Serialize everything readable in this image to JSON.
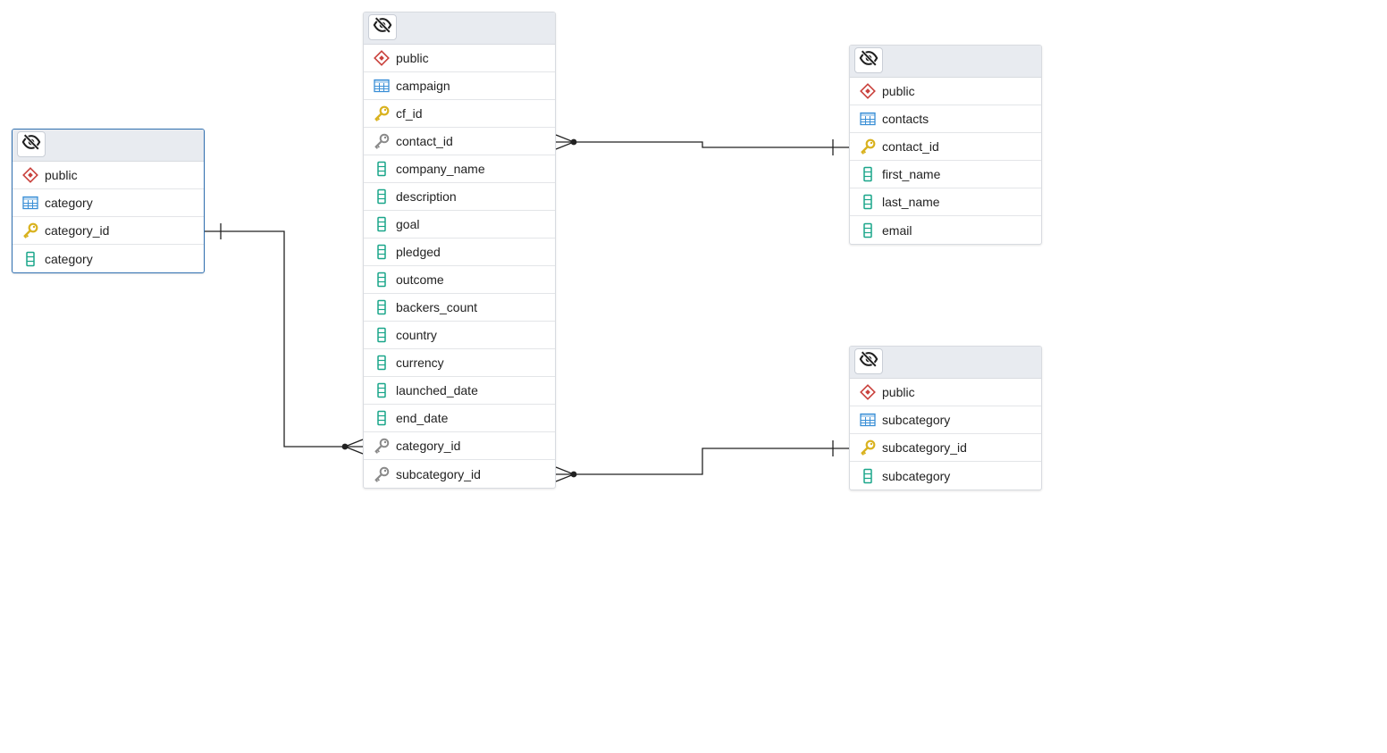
{
  "tables": {
    "category": {
      "schema": "public",
      "name": "category",
      "columns": [
        {
          "name": "category_id",
          "kind": "primary-key"
        },
        {
          "name": "category",
          "kind": "column"
        }
      ]
    },
    "campaign": {
      "schema": "public",
      "name": "campaign",
      "columns": [
        {
          "name": "cf_id",
          "kind": "primary-key"
        },
        {
          "name": "contact_id",
          "kind": "foreign-key"
        },
        {
          "name": "company_name",
          "kind": "column"
        },
        {
          "name": "description",
          "kind": "column"
        },
        {
          "name": "goal",
          "kind": "column"
        },
        {
          "name": "pledged",
          "kind": "column"
        },
        {
          "name": "outcome",
          "kind": "column"
        },
        {
          "name": "backers_count",
          "kind": "column"
        },
        {
          "name": "country",
          "kind": "column"
        },
        {
          "name": "currency",
          "kind": "column"
        },
        {
          "name": "launched_date",
          "kind": "column"
        },
        {
          "name": "end_date",
          "kind": "column"
        },
        {
          "name": "category_id",
          "kind": "foreign-key"
        },
        {
          "name": "subcategory_id",
          "kind": "foreign-key"
        }
      ]
    },
    "contacts": {
      "schema": "public",
      "name": "contacts",
      "columns": [
        {
          "name": "contact_id",
          "kind": "primary-key"
        },
        {
          "name": "first_name",
          "kind": "column"
        },
        {
          "name": "last_name",
          "kind": "column"
        },
        {
          "name": "email",
          "kind": "column"
        }
      ]
    },
    "subcategory": {
      "schema": "public",
      "name": "subcategory",
      "columns": [
        {
          "name": "subcategory_id",
          "kind": "primary-key"
        },
        {
          "name": "subcategory",
          "kind": "column"
        }
      ]
    }
  },
  "relationships": [
    {
      "from_table": "campaign",
      "from_column": "contact_id",
      "to_table": "contacts",
      "to_column": "contact_id",
      "cardinality": "many-to-one"
    },
    {
      "from_table": "campaign",
      "from_column": "category_id",
      "to_table": "category",
      "to_column": "category_id",
      "cardinality": "many-to-one"
    },
    {
      "from_table": "campaign",
      "from_column": "subcategory_id",
      "to_table": "subcategory",
      "to_column": "subcategory_id",
      "cardinality": "many-to-one"
    }
  ],
  "icons": {
    "hide": "eye-off-icon",
    "schema": "schema-icon",
    "table": "table-icon",
    "primary-key": "primary-key-icon",
    "foreign-key": "foreign-key-icon",
    "column": "column-icon"
  },
  "colors": {
    "schema": "#c9413c",
    "table": "#3a8fd6",
    "primary-key": "#d9b21f",
    "foreign-key": "#8a8a8a",
    "column": "#1aa68a",
    "header": "#e8ebf0",
    "selected_border": "#2f6fb0",
    "link": "#222222"
  }
}
